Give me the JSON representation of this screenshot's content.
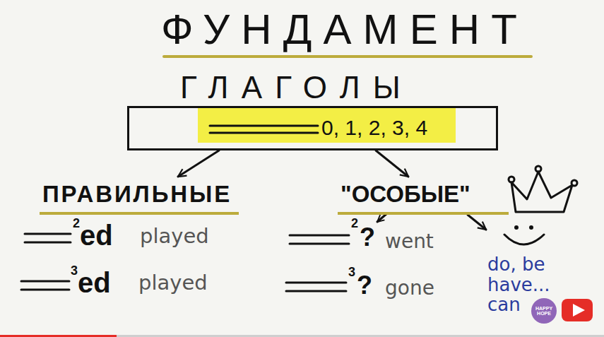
{
  "diagram": {
    "title": "ФУНДАМЕНТ",
    "nodes": [
      {
        "text": [
          "0, 1, 2, 3, 4"
        ]
      },
      {
        "text": [
          "ПРАВИЛЬНЫЕ"
        ]
      },
      {
        "text": [
          "\"ОСОБЫЕ\""
        ]
      },
      {
        "text": [
          "do, be have... can"
        ]
      }
    ],
    "edges": [
      {
        "from": 0,
        "to": 1,
        "arrow": "to"
      },
      {
        "from": 0,
        "to": 2,
        "arrow": "to"
      },
      {
        "from": 2,
        "to": 3,
        "arrow": "to"
      }
    ],
    "labels": [
      "ГЛАГОЛЫ",
      "2",
      "ed",
      "played",
      "3",
      "ed",
      "played",
      "2",
      "?",
      "went",
      "3",
      "?",
      "gone",
      "HAPPY HOPE"
    ]
  }
}
